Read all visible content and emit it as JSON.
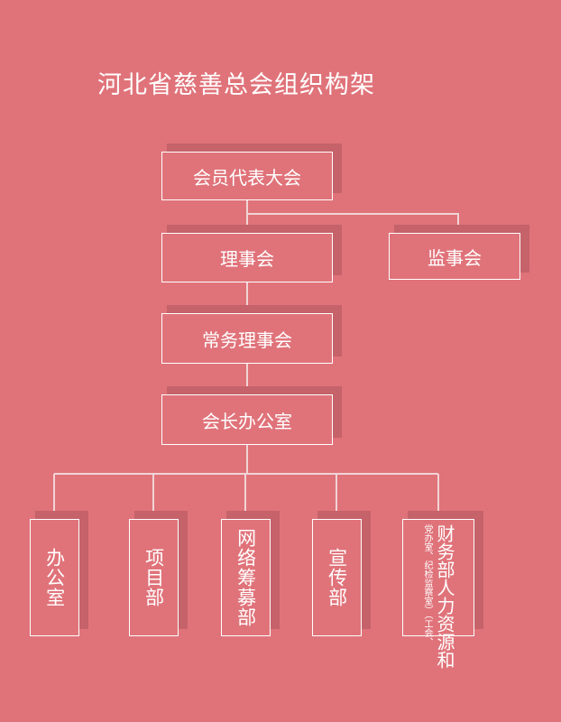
{
  "title": "河北省慈善总会组织构架",
  "nodes": {
    "assembly": "会员代表大会",
    "council": "理事会",
    "supervisors": "监事会",
    "standing_council": "常务理事会",
    "president_office": "会长办公室"
  },
  "departments": [
    {
      "label": "办公室"
    },
    {
      "label": "项目部"
    },
    {
      "label": "网络筹募部"
    },
    {
      "label": "宣传部"
    },
    {
      "label": "财务部人力资源和",
      "note": "党办室、纪检监察室）（工会、"
    }
  ]
}
